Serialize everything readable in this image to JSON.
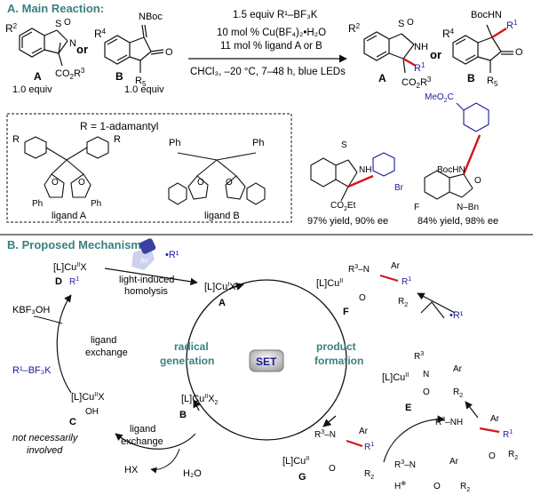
{
  "colors": {
    "heading": "#3a7f7f",
    "blue": "#1a1a9c",
    "red": "#d01818",
    "bond": "#111111",
    "set_fill": "#e0e0e0"
  },
  "section_a": {
    "heading": "A. Main Reaction:",
    "reagent_line1": "1.5 equiv R¹–BF₃K",
    "reagent_line2": "10 mol % Cu(BF₄)₂•H₂O",
    "reagent_line3": "11 mol % ligand A or B",
    "condition_line": "CHCl₃, –20 °C, 7–48 h, blue LEDs",
    "or_label": "or",
    "reactant_a_label": "A",
    "reactant_a_equiv": "1.0 equiv",
    "reactant_b_label": "B",
    "reactant_b_equiv": "1.0 equiv",
    "product_a_label": "A",
    "product_b_label": "B",
    "ligand_box_title": "R = 1-adamantyl",
    "ligand_a_label": "ligand A",
    "ligand_b_label": "ligand B",
    "example1_yield": "97% yield, 90% ee",
    "example2_yield": "84% yield, 98% ee"
  },
  "section_b": {
    "heading": "B. Proposed Mechanism:",
    "set_label": "SET",
    "radical_generation": "radical\ngeneration",
    "product_formation": "product\nformation",
    "light_induced": "light-induced\nhomolysis",
    "ligand_exchange_left": "ligand\nexchange",
    "ligand_exchange_bottom": "ligand\nexchange",
    "kbf3oh": "KBF₃OH",
    "r1bf3k": "R¹–BF₃K",
    "hx": "HX",
    "h2o": "H₂O",
    "not_involved": "not necessarily\ninvolved",
    "hv": "hv",
    "radical_r1": "•R¹",
    "species": [
      "A",
      "B",
      "C",
      "D",
      "E",
      "F",
      "G"
    ]
  }
}
